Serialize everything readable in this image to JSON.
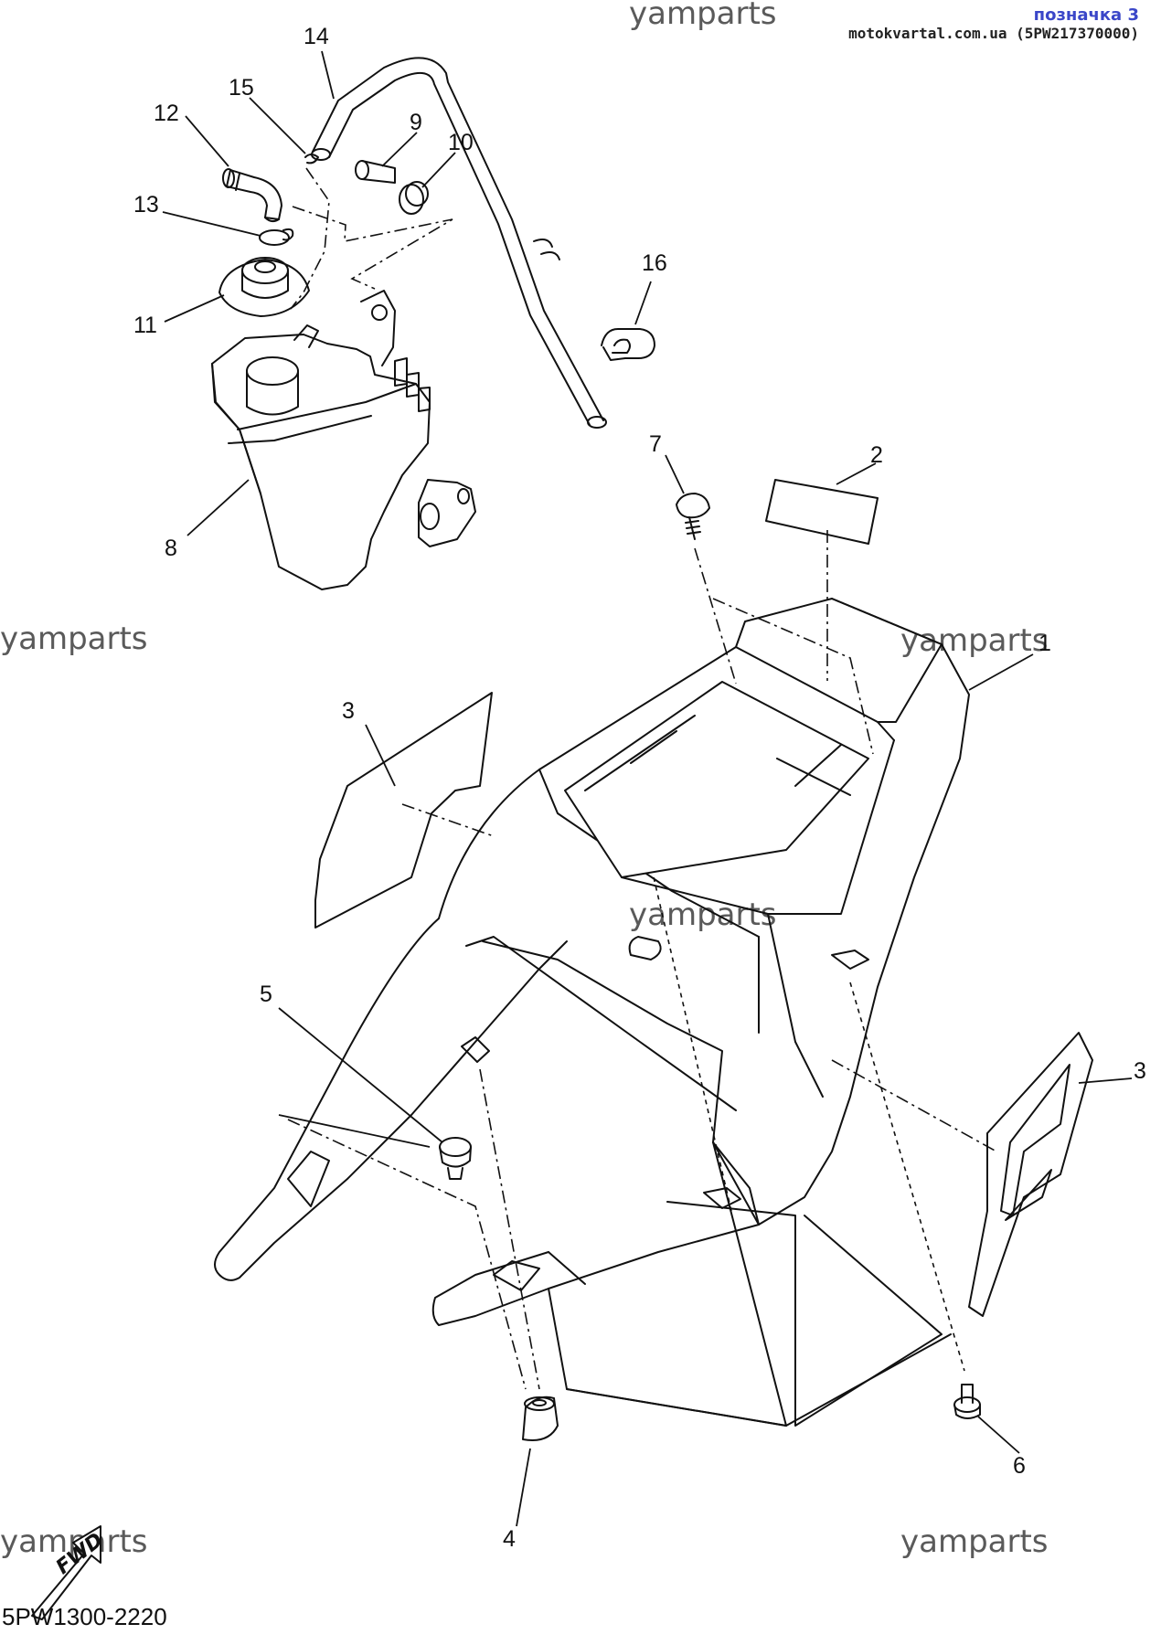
{
  "header": {
    "label": "позначка 3",
    "source": "motokvartal.com.ua (5PW217370000)"
  },
  "watermark": "yamparts",
  "fwd_label": "FWD",
  "part_code": "5PW1300-2220",
  "callouts": [
    "1",
    "2",
    "3",
    "3",
    "4",
    "5",
    "6",
    "7",
    "8",
    "9",
    "10",
    "11",
    "12",
    "13",
    "14",
    "15",
    "16"
  ],
  "colors": {
    "ink": "#111111",
    "badge": "#3a46c8",
    "watermark": "#5a5a5a"
  }
}
